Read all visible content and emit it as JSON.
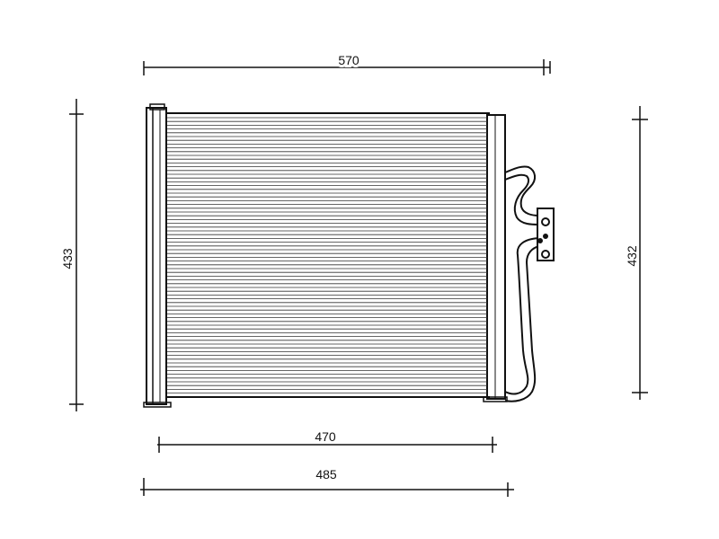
{
  "diagram": {
    "subject": "condenser",
    "dimensions": {
      "top_width": "570",
      "left_height": "433",
      "right_height": "432",
      "core_width": "470",
      "overall_width": "485"
    },
    "colors": {
      "line": "#111111",
      "background": "#ffffff"
    }
  }
}
